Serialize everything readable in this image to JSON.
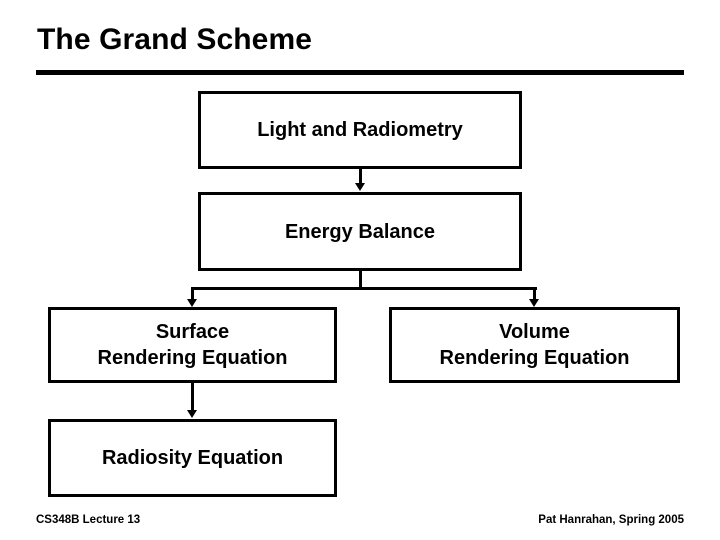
{
  "slide": {
    "title": "The Grand Scheme",
    "background_color": "#ffffff",
    "ink_color": "#000000"
  },
  "diagram": {
    "type": "flowchart",
    "nodes": [
      {
        "id": "light-and-radiometry",
        "label": "Light and Radiometry"
      },
      {
        "id": "energy-balance",
        "label": "Energy Balance"
      },
      {
        "id": "surface-rendering-equation",
        "label": "Surface\nRendering Equation"
      },
      {
        "id": "volume-rendering-equation",
        "label": "Volume\nRendering Equation"
      },
      {
        "id": "radiosity-equation",
        "label": "Radiosity Equation"
      }
    ],
    "edges": [
      {
        "from": "light-and-radiometry",
        "to": "energy-balance"
      },
      {
        "from": "energy-balance",
        "to": "surface-rendering-equation"
      },
      {
        "from": "energy-balance",
        "to": "volume-rendering-equation"
      },
      {
        "from": "surface-rendering-equation",
        "to": "radiosity-equation"
      }
    ]
  },
  "footer": {
    "left": "CS348B Lecture 13",
    "right": "Pat Hanrahan, Spring 2005"
  }
}
